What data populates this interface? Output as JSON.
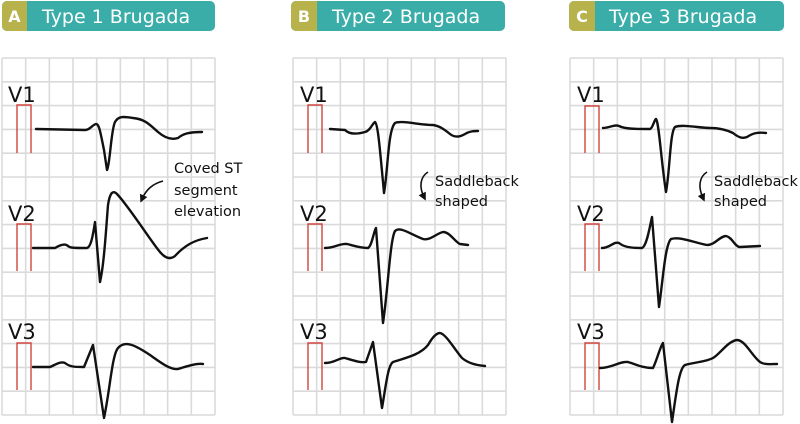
{
  "colors": {
    "header_teal": "#3aada8",
    "letter_gold": "#b7b24c",
    "calibration_red": "#d0453f",
    "grid": "#dadada",
    "trace": "#111111"
  },
  "panels": [
    {
      "letter": "A",
      "title": "Type 1 Brugada",
      "leads": [
        "V1",
        "V2",
        "V3"
      ],
      "annotation": [
        "Coved ST",
        "segment",
        "elevation"
      ]
    },
    {
      "letter": "B",
      "title": "Type 2 Brugada",
      "leads": [
        "V1",
        "V2",
        "V3"
      ],
      "annotation": [
        "Saddleback",
        "shaped"
      ]
    },
    {
      "letter": "C",
      "title": "Type 3 Brugada",
      "leads": [
        "V1",
        "V2",
        "V3"
      ],
      "annotation": [
        "Saddleback",
        "shaped"
      ]
    }
  ]
}
